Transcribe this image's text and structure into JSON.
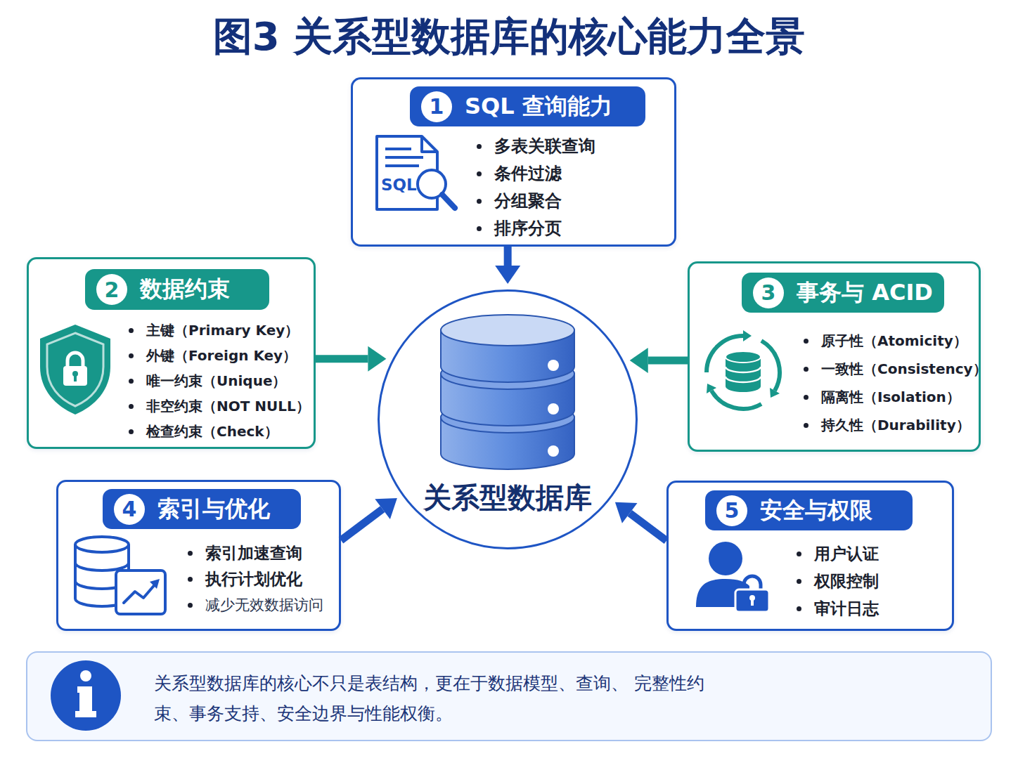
{
  "diagram": {
    "title": "图3 关系型数据库的核心能力全景",
    "nodes": [
      {
        "text": [
          "1",
          "SQL 查询能力",
          "多表关联查询",
          "条件过滤",
          "分组聚合",
          "排序分页"
        ]
      },
      {
        "text": [
          "2",
          "数据约束",
          "主键（Primary Key）",
          "外键（Foreign Key）",
          "唯一约束（Unique）",
          "非空约束（NOT NULL）",
          "检查约束（Check）"
        ]
      },
      {
        "text": [
          "关系型数据库"
        ]
      },
      {
        "text": [
          "3",
          "事务与 ACID",
          "原子性（Atomicity）",
          "一致性（Consistency）",
          "隔离性（Isolation）",
          "持久性（Durability）"
        ]
      },
      {
        "text": [
          "4",
          "索引与优化",
          "索引加速查询",
          "执行计划优化",
          "减少无效数据访问"
        ]
      },
      {
        "text": [
          "5",
          "安全与权限",
          "用户认证",
          "权限控制",
          "审计日志"
        ]
      },
      {
        "text": [
          "关系型数据库的核心不只是表结构，更在于数据模型、查询、 完整性约束、事务支持、安全边界与性能权衡。"
        ]
      }
    ],
    "edges": [
      {
        "from": 0,
        "to": 2,
        "arrow": "to"
      },
      {
        "from": 1,
        "to": 2,
        "arrow": "to"
      },
      {
        "from": 3,
        "to": 2,
        "arrow": "to"
      },
      {
        "from": 4,
        "to": 2,
        "arrow": "to"
      },
      {
        "from": 5,
        "to": 2,
        "arrow": "to"
      }
    ],
    "labels": [
      "SQL"
    ]
  }
}
